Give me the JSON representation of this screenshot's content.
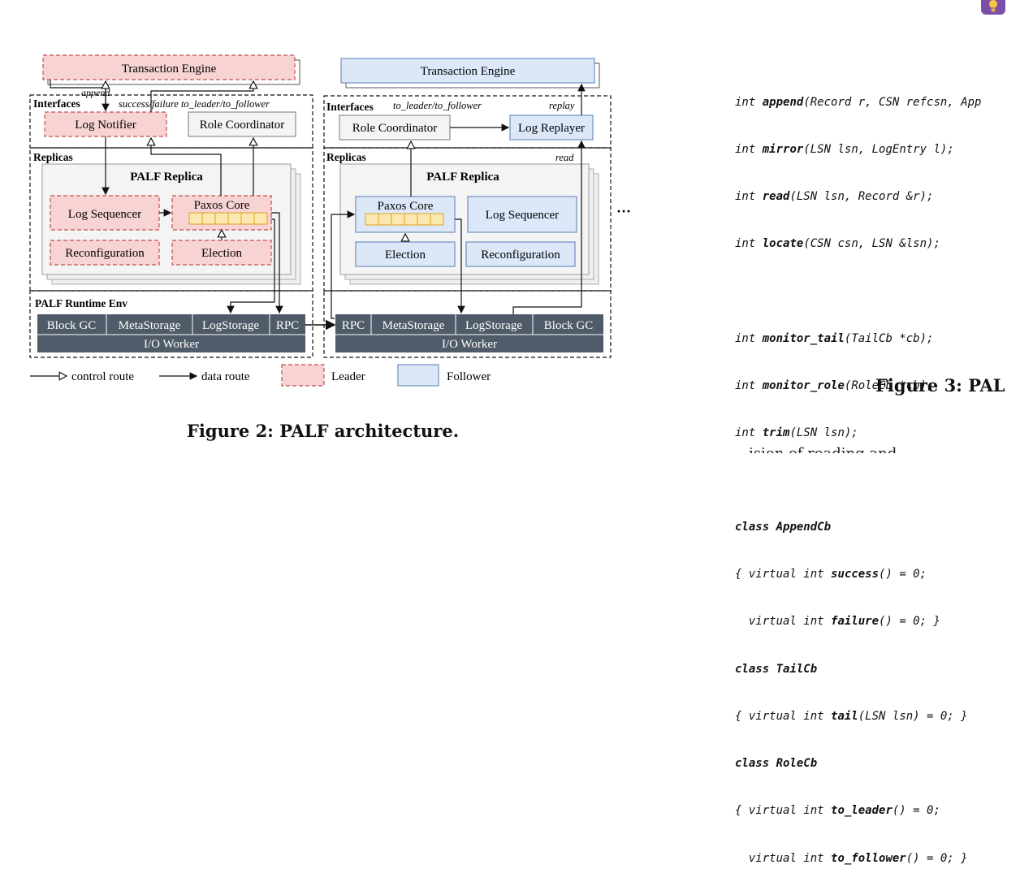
{
  "diagram": {
    "left_panel": {
      "transaction_engine": "Transaction Engine",
      "append_label": "append",
      "interfaces_label": "Interfaces",
      "interfaces_note": "success/failure to_leader/to_follower",
      "log_notifier": "Log Notifier",
      "role_coordinator": "Role Coordinator",
      "replicas_label": "Replicas",
      "palf_replica": "PALF Replica",
      "log_sequencer": "Log Sequencer",
      "paxos_core": "Paxos Core",
      "reconfiguration": "Reconfiguration",
      "election": "Election",
      "runtime_label": "PALF Runtime Env",
      "block_gc": "Block GC",
      "meta_storage": "MetaStorage",
      "log_storage": "LogStorage",
      "rpc": "RPC",
      "io_worker": "I/O Worker"
    },
    "right_panel": {
      "transaction_engine": "Transaction Engine",
      "interfaces_label": "Interfaces",
      "interfaces_note": "to_leader/to_follower",
      "replay_label": "replay",
      "role_coordinator": "Role Coordinator",
      "log_replayer": "Log Replayer",
      "replicas_label": "Replicas",
      "read_label": "read",
      "palf_replica": "PALF Replica",
      "paxos_core": "Paxos Core",
      "log_sequencer": "Log Sequencer",
      "election": "Election",
      "reconfiguration": "Reconfiguration",
      "rpc": "RPC",
      "meta_storage": "MetaStorage",
      "log_storage": "LogStorage",
      "block_gc": "Block GC",
      "io_worker": "I/O Worker"
    },
    "ellipsis": "···",
    "legend": {
      "control_route": "control route",
      "data_route": "data route",
      "leader": "Leader",
      "follower": "Follower"
    },
    "colors": {
      "leader_fill": "#f7d3d3",
      "leader_border": "#c0504d",
      "follower_fill": "#dce8f8",
      "follower_border": "#6f8fc0",
      "runtime_fill": "#4f5b68"
    }
  },
  "figure2_caption": "Figure 2: PALF architecture.",
  "figure3_caption": "Figure 3: PAL",
  "code_lines": [
    {
      "kw": "int",
      "name": "append",
      "rest": "(Record r, CSN refcsn, App"
    },
    {
      "kw": "int",
      "name": "mirror",
      "rest": "(LSN lsn, LogEntry l);"
    },
    {
      "kw": "int",
      "name": "read",
      "rest": "(LSN lsn, Record &r);"
    },
    {
      "kw": "int",
      "name": "locate",
      "rest": "(CSN csn, LSN &lsn);"
    },
    {
      "kw": "int",
      "name": "monitor_tail",
      "rest": "(TailCb *cb);"
    },
    {
      "kw": "int",
      "name": "monitor_role",
      "rest": "(RoleCb *cb);"
    },
    {
      "kw": "int",
      "name": "trim",
      "rest": "(LSN lsn);"
    },
    {
      "kw": "class",
      "name": "AppendCb",
      "rest": ""
    },
    {
      "kw": "{ virtual int",
      "name": "success",
      "rest": "() = 0;"
    },
    {
      "kw": "  virtual int",
      "name": "failure",
      "rest": "() = 0; }"
    },
    {
      "kw": "class",
      "name": "TailCb",
      "rest": ""
    },
    {
      "kw": "{ virtual int",
      "name": "tail",
      "rest": "(LSN lsn) = 0; }"
    },
    {
      "kw": "class",
      "name": "RoleCb",
      "rest": ""
    },
    {
      "kw": "{ virtual int",
      "name": "to_leader",
      "rest": "() = 0;"
    },
    {
      "kw": "  virtual int",
      "name": "to_follower",
      "rest": "() = 0; }"
    }
  ],
  "bottom_text_fragment": "...ision of reading and"
}
